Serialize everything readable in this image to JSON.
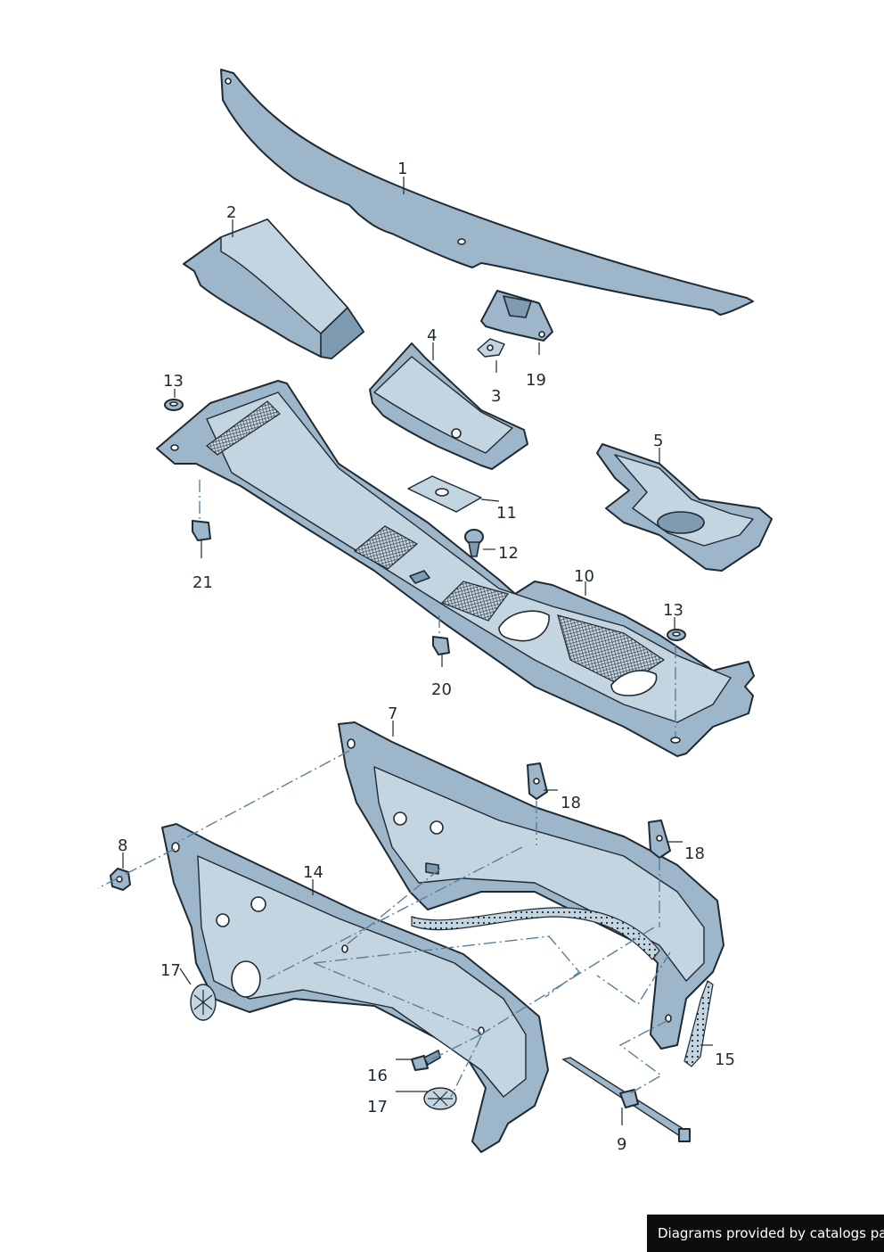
{
  "diagram": {
    "callouts": [
      "1",
      "2",
      "3",
      "4",
      "5",
      "7",
      "8",
      "9",
      "10",
      "11",
      "12",
      "13",
      "13",
      "14",
      "15",
      "16",
      "17",
      "17",
      "18",
      "18",
      "19",
      "20",
      "21"
    ]
  },
  "colors": {
    "part_fill": "#9db6c9",
    "part_outline": "#1f2a33",
    "assembly_line": "#5b7f9a",
    "footer_background": "#0d0d0d",
    "footer_text": "#ffffff"
  },
  "footer": {
    "credit": "Diagrams provided by catalogs parts"
  }
}
